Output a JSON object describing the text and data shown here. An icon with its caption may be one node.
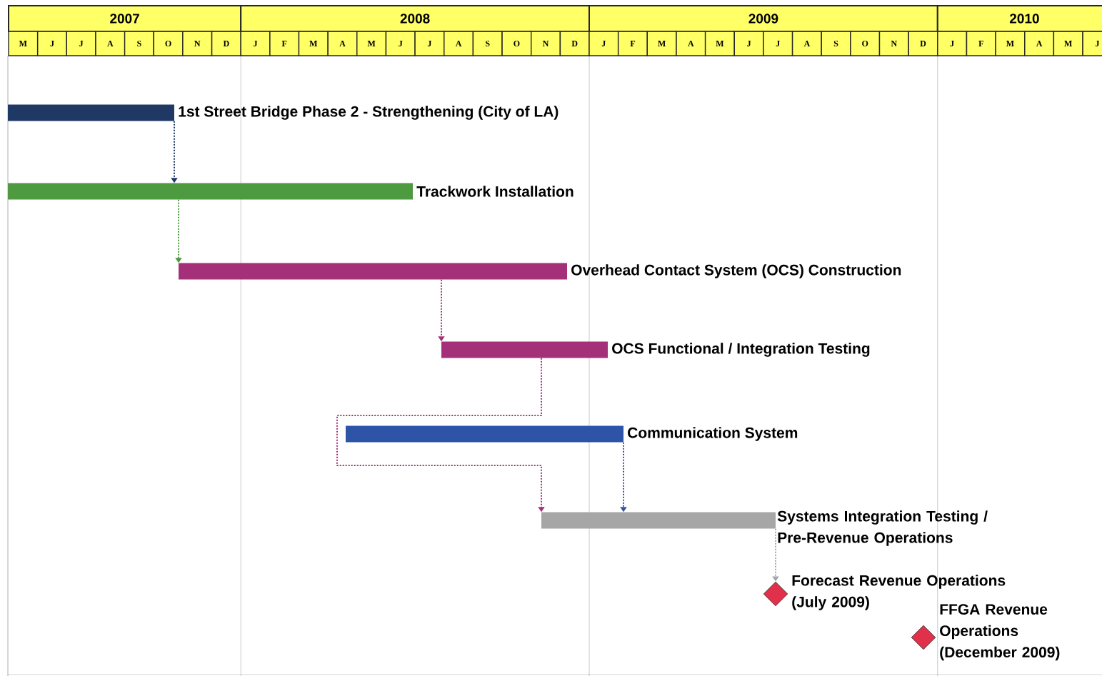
{
  "diagram": {
    "nodes": [
      {
        "text": [
          "1st Street Bridge Phase 2 - Strengthening (City of LA)"
        ]
      },
      {
        "text": [
          "Trackwork Installation"
        ]
      },
      {
        "text": [
          "Overhead Contact System (OCS) Construction"
        ]
      },
      {
        "text": [
          "OCS Functional / Integration Testing"
        ]
      },
      {
        "text": [
          "Communication System"
        ]
      },
      {
        "text": [
          "Systems Integration Testing / Pre-Revenue Operations"
        ]
      },
      {
        "text": [
          "Forecast Revenue Operations (July 2009)"
        ]
      },
      {
        "text": [
          "FFGA Revenue Operations (December 2009)"
        ]
      }
    ],
    "edges": [
      {
        "from": 0,
        "to": 1,
        "arrow": "to",
        "style": "dashed",
        "color": "#1f3864"
      },
      {
        "from": 1,
        "to": 2,
        "arrow": "to",
        "style": "dashed",
        "color": "#4e9a40"
      },
      {
        "from": 2,
        "to": 3,
        "arrow": "to",
        "style": "dashed",
        "color": "#a5307a"
      },
      {
        "from": 3,
        "to": 5,
        "arrow": "to",
        "style": "dashed",
        "color": "#a5307a"
      },
      {
        "from": 4,
        "to": 5,
        "arrow": "to",
        "style": "dashed",
        "color": "#2e54a8"
      },
      {
        "from": 5,
        "to": 6,
        "arrow": "to",
        "style": "dashed",
        "color": "#a6a6a6"
      }
    ],
    "labels": [
      "2007",
      "2008",
      "2009",
      "2010",
      "M",
      "J",
      "J",
      "A",
      "S",
      "O",
      "N",
      "D",
      "J",
      "F",
      "M",
      "A",
      "M",
      "J",
      "J",
      "A",
      "S",
      "O",
      "N",
      "D",
      "J",
      "F",
      "M",
      "A",
      "M",
      "J",
      "J",
      "A",
      "S",
      "O",
      "N",
      "D",
      "J",
      "F",
      "M",
      "A",
      "M",
      "J"
    ]
  }
}
